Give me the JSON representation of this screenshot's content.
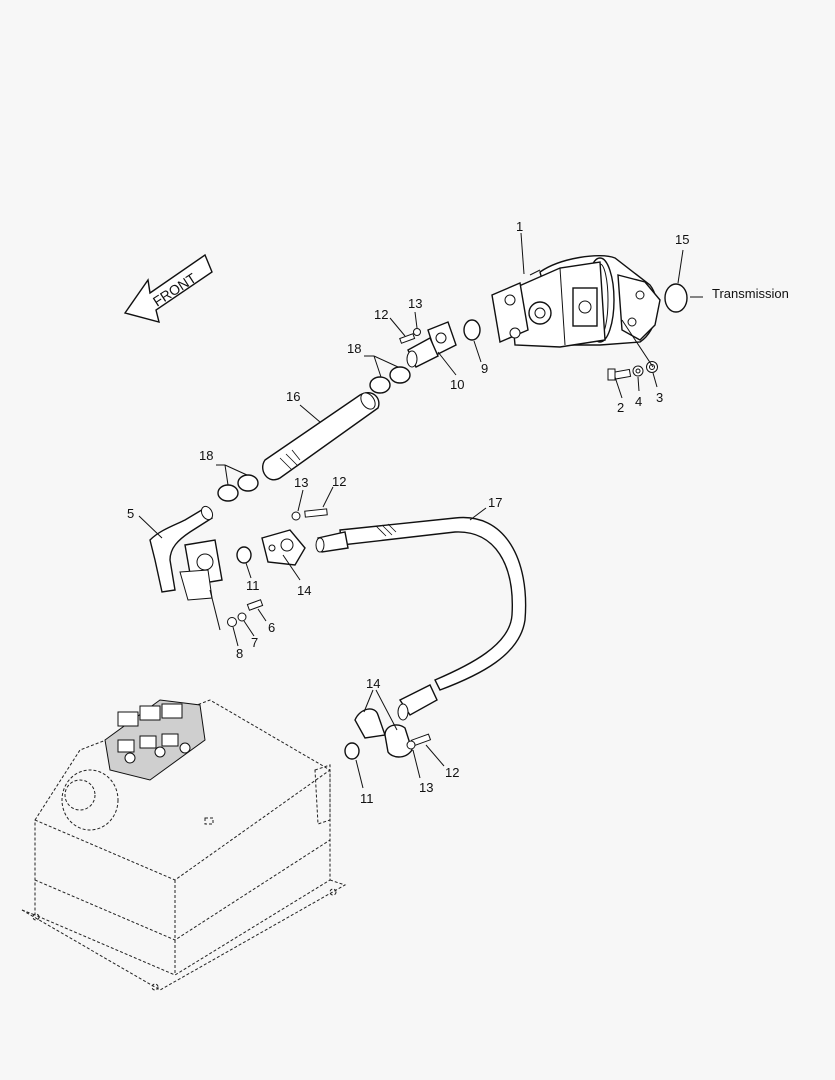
{
  "front_label": "FRONT",
  "transmission_label": "Transmission",
  "callouts": [
    "1",
    "2",
    "3",
    "4",
    "5",
    "6",
    "7",
    "8",
    "9",
    "10",
    "11",
    "12",
    "13",
    "14",
    "15",
    "16",
    "17",
    "18"
  ]
}
